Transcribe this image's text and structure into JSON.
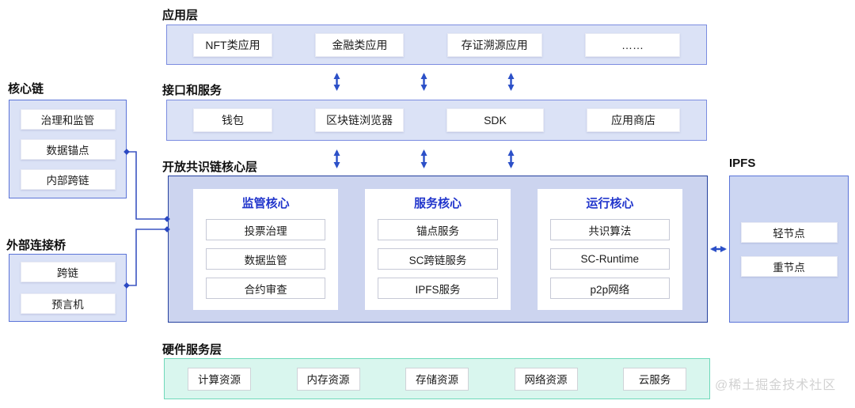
{
  "left_panel": {
    "core_chain": {
      "title": "核心链",
      "items": [
        "治理和监管",
        "数据锚点",
        "内部跨链"
      ]
    },
    "external_bridge": {
      "title": "外部连接桥",
      "items": [
        "跨链",
        "预言机"
      ]
    }
  },
  "layers": {
    "application": {
      "title": "应用层",
      "items": [
        "NFT类应用",
        "金融类应用",
        "存证溯源应用",
        "……"
      ]
    },
    "interface": {
      "title": "接口和服务",
      "items": [
        "钱包",
        "区块链浏览器",
        "SDK",
        "应用商店"
      ]
    },
    "core": {
      "title": "开放共识链核心层",
      "groups": [
        {
          "title": "监管核心",
          "items": [
            "投票治理",
            "数据监管",
            "合约审查"
          ]
        },
        {
          "title": "服务核心",
          "items": [
            "锚点服务",
            "SC跨链服务",
            "IPFS服务"
          ]
        },
        {
          "title": "运行核心",
          "items": [
            "共识算法",
            "SC-Runtime",
            "p2p网络"
          ]
        }
      ]
    },
    "hardware": {
      "title": "硬件服务层",
      "items": [
        "计算资源",
        "内存资源",
        "存储资源",
        "网络资源",
        "云服务"
      ]
    }
  },
  "right_panel": {
    "ipfs": {
      "title": "IPFS",
      "items": [
        "轻节点",
        "重节点"
      ]
    }
  },
  "watermark": {
    "text": "@稀土掘金技术社区"
  },
  "icons": {
    "vertical_double_arrow": "↕",
    "horizontal_double_arrow": "↔",
    "connector_dot": "◆"
  },
  "colors": {
    "band_fill": "#dbe2f6",
    "band_border": "#7b8ce0",
    "side_border": "#5b74d8",
    "core_fill": "#ccd4ef",
    "core_border": "#24409e",
    "panel_title_blue": "#2236cc",
    "hardware_fill": "#d9f6ee",
    "hardware_border": "#6fd9ba",
    "arrow_blue": "#2c50c8",
    "connector_blue": "#3c55c2",
    "watermark_gray": "#d2d2d2"
  }
}
